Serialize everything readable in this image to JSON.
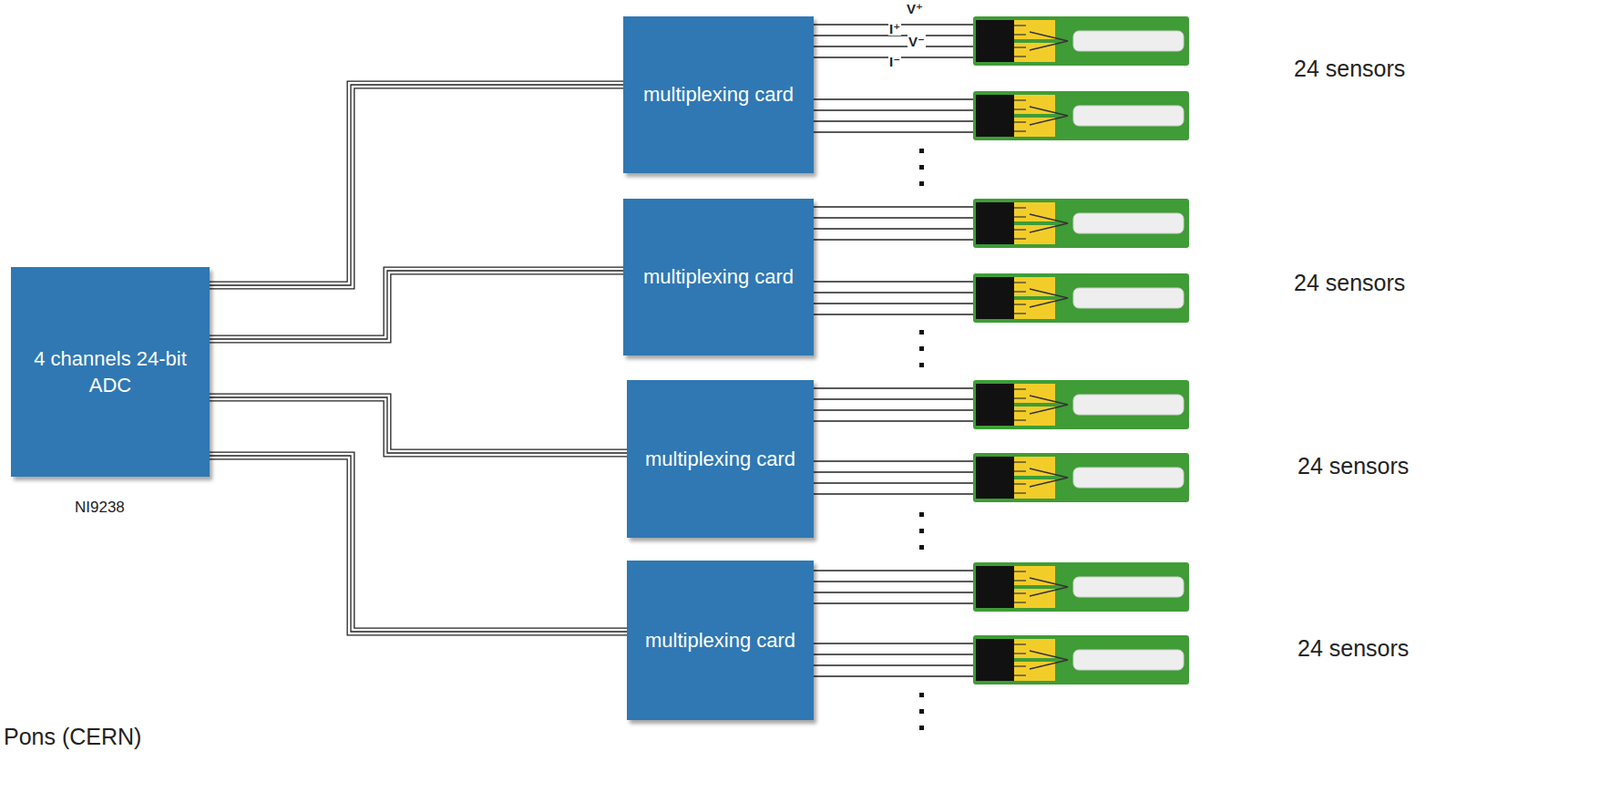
{
  "diagram": {
    "nodes": [
      {
        "text": [
          "4 channels 24-bit ADC"
        ]
      },
      {
        "text": [
          "multiplexing card"
        ]
      },
      {
        "text": [
          "multiplexing card"
        ]
      },
      {
        "text": [
          "multiplexing card"
        ]
      },
      {
        "text": [
          "multiplexing card"
        ]
      }
    ],
    "edges": [
      {
        "from": 0,
        "to": 1,
        "arrow": "none"
      },
      {
        "from": 0,
        "to": 2,
        "arrow": "none"
      },
      {
        "from": 0,
        "to": 3,
        "arrow": "none"
      },
      {
        "from": 0,
        "to": 4,
        "arrow": "none"
      }
    ],
    "labels": [
      "V⁺",
      "I⁺",
      "V⁻",
      "I⁻",
      "24 sensors",
      "24 sensors",
      "24 sensors",
      "24 sensors",
      "NI9238",
      "Pons (CERN)"
    ]
  }
}
